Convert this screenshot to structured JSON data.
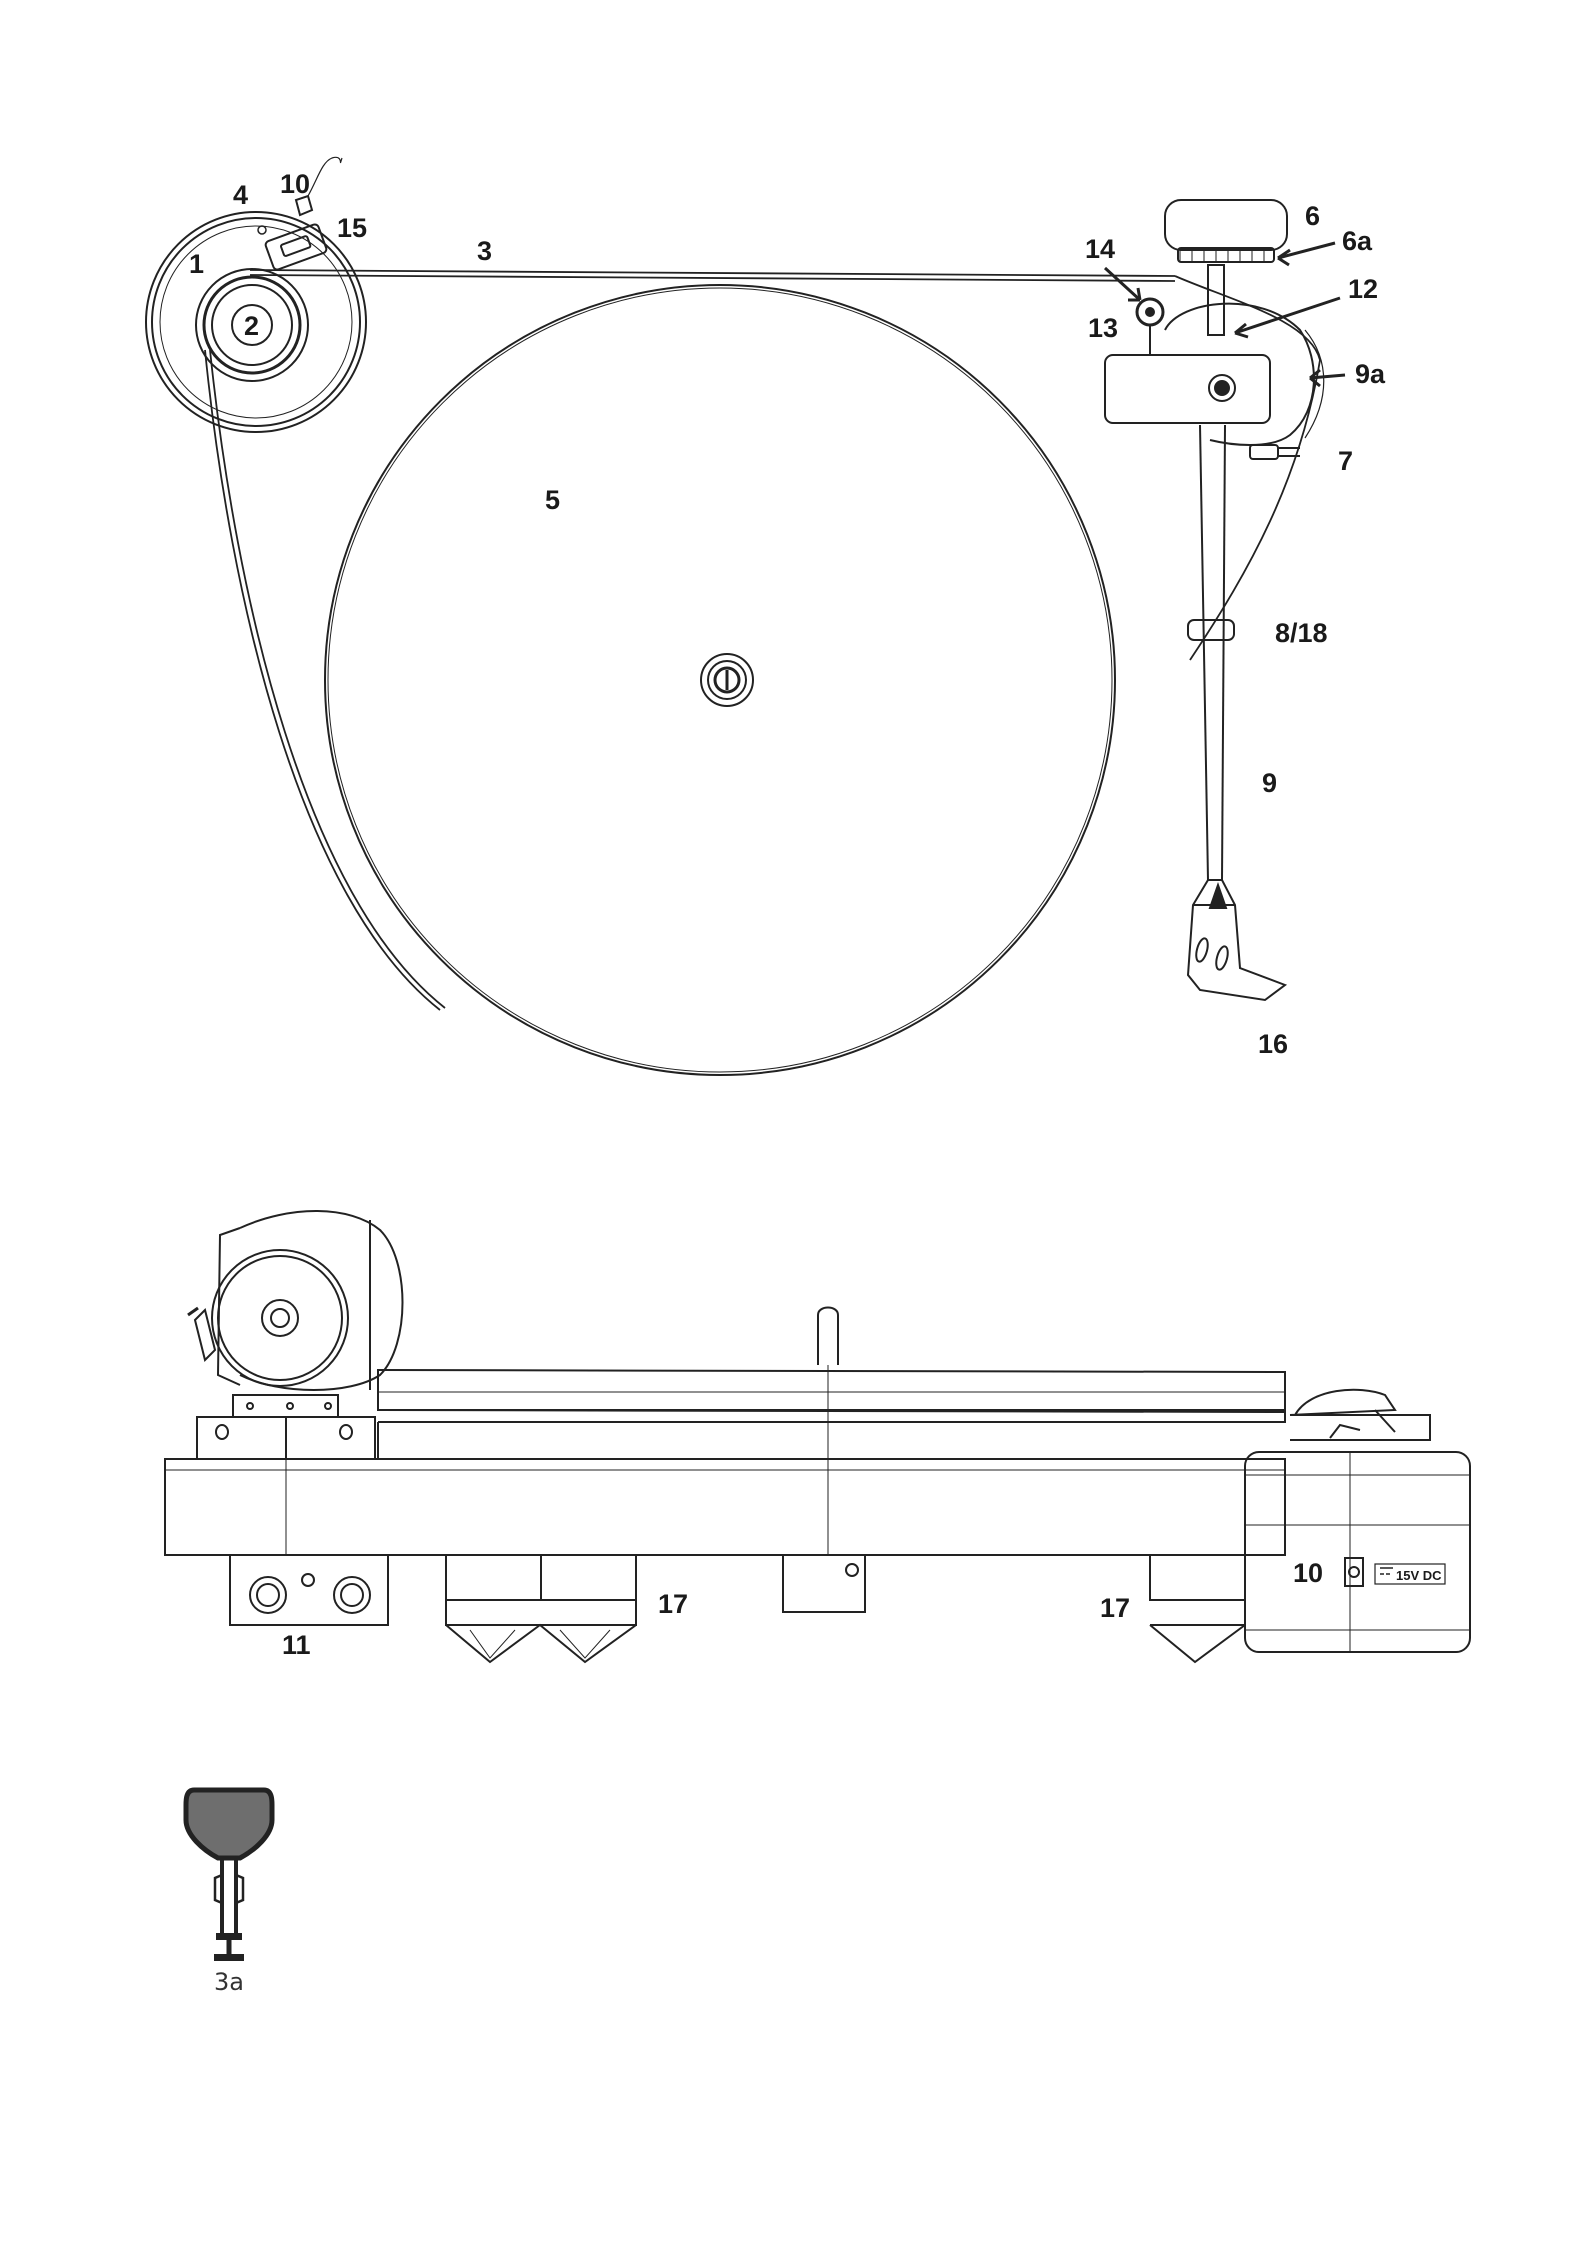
{
  "top_view_labels": {
    "l1": "1",
    "l2": "2",
    "l3": "3",
    "l4": "4",
    "l5": "5",
    "l6": "6",
    "l6a": "6a",
    "l7": "7",
    "l8_18": "8/18",
    "l9": "9",
    "l9a": "9a",
    "l10": "10",
    "l12": "12",
    "l13": "13",
    "l14": "14",
    "l15": "15",
    "l16": "16"
  },
  "side_view_labels": {
    "l10": "10",
    "l11": "11",
    "l17_left": "17",
    "l17_right": "17",
    "power_spec": "15V DC"
  },
  "accessory_labels": {
    "l3a": "3a"
  },
  "colors": {
    "line": "#222222",
    "key_fill": "#6e6e6e",
    "background": "#ffffff"
  }
}
